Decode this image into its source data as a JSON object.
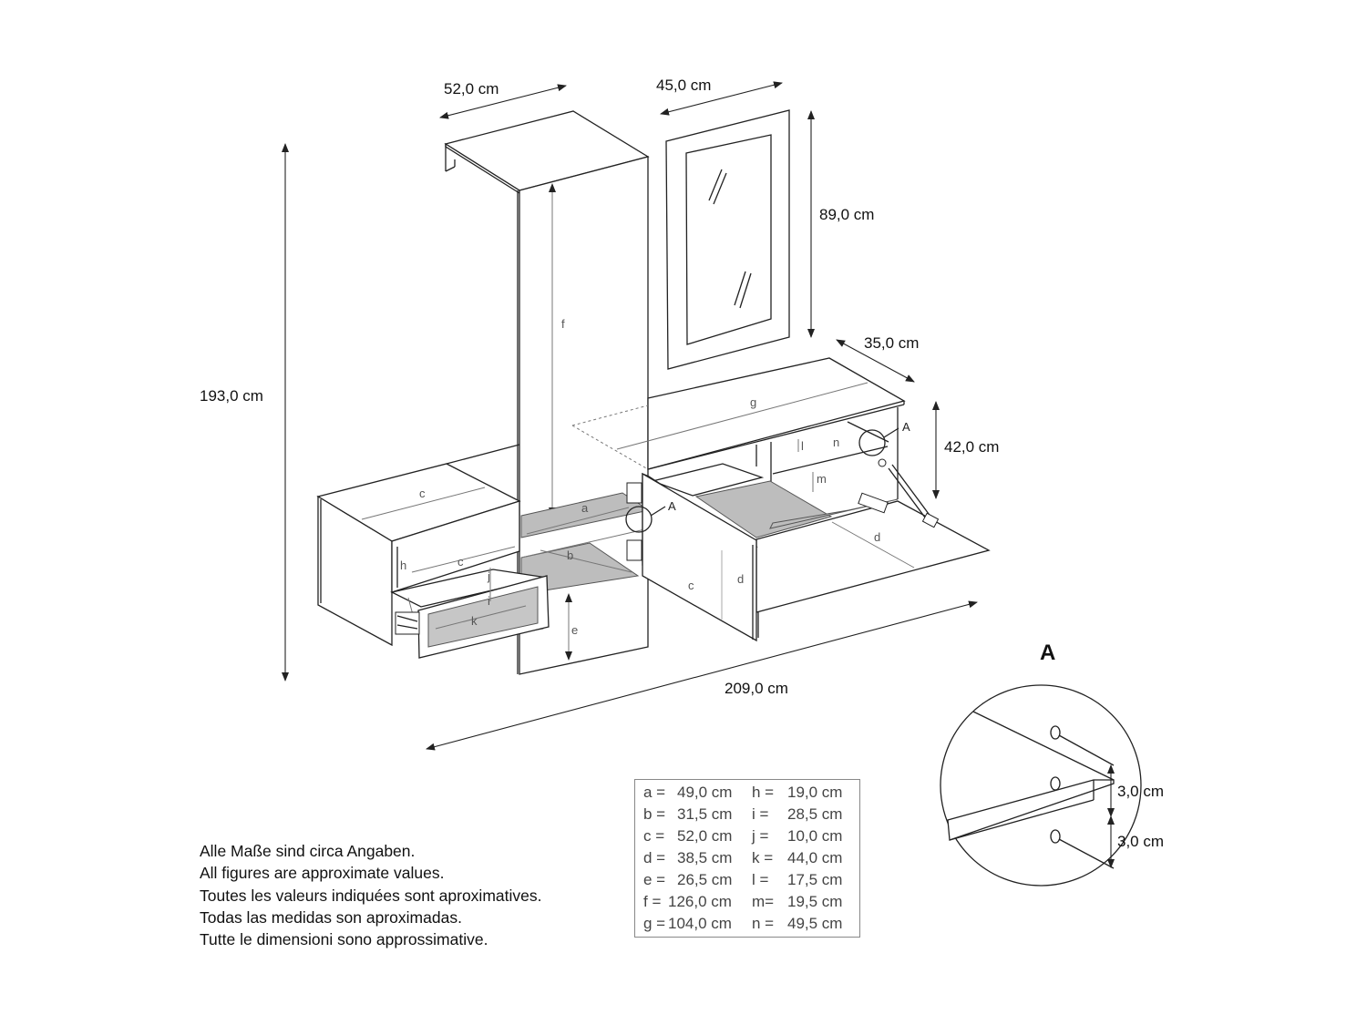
{
  "dimensions": {
    "wardrobe_depth": "52,0 cm",
    "mirror_width": "45,0 cm",
    "mirror_height": "89,0 cm",
    "shelf_depth": "35,0 cm",
    "total_height": "193,0 cm",
    "shelf_height": "42,0 cm",
    "total_width": "209,0 cm",
    "detail_spacing_1": "3,0 cm",
    "detail_spacing_2": "3,0 cm"
  },
  "part_labels": {
    "a": "a",
    "b": "b",
    "c1": "c",
    "c2": "c",
    "c3": "c",
    "d1": "d",
    "d2": "d",
    "e": "e",
    "f": "f",
    "g": "g",
    "h": "h",
    "i": "i",
    "j": "j",
    "k": "k",
    "l": "l",
    "m": "m",
    "n": "n",
    "detail_a1": "A",
    "detail_a2": "A"
  },
  "detail": {
    "title": "A"
  },
  "notes": [
    "Alle Maße sind circa Angaben.",
    "All figures are approximate values.",
    "Toutes les valeurs indiquées sont aproximatives.",
    "Todas las medidas son aproximadas.",
    "Tutte le dimensioni sono approssimative."
  ],
  "dimension_table": [
    {
      "k1": "a =",
      "v1": "49,0 cm",
      "k2": "h =",
      "v2": "19,0 cm"
    },
    {
      "k1": "b =",
      "v1": "31,5 cm",
      "k2": "i  =",
      "v2": "28,5 cm"
    },
    {
      "k1": "c =",
      "v1": "52,0 cm",
      "k2": "j  =",
      "v2": "10,0 cm"
    },
    {
      "k1": "d =",
      "v1": "38,5 cm",
      "k2": "k =",
      "v2": "44,0 cm"
    },
    {
      "k1": "e =",
      "v1": "26,5 cm",
      "k2": "l  =",
      "v2": "17,5 cm"
    },
    {
      "k1": "f  =",
      "v1": "126,0 cm",
      "k2": "m=",
      "v2": "19,5 cm"
    },
    {
      "k1": "g =",
      "v1": "104,0 cm",
      "k2": "n =",
      "v2": "49,5 cm"
    }
  ]
}
